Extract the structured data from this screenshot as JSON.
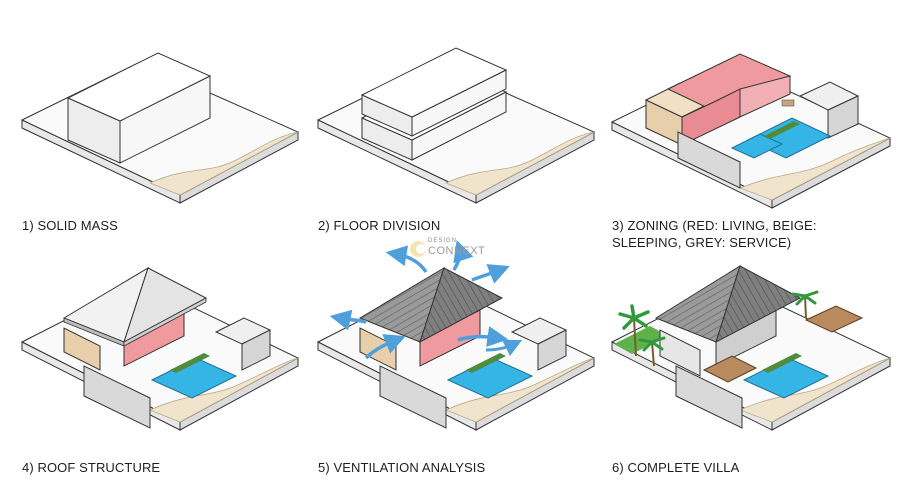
{
  "captions": {
    "solid_mass": "1) SOLID MASS",
    "floor_division": "2) FLOOR DIVISION",
    "zoning": "3) ZONING (RED: LIVING, BEIGE: SLEEPING, GREY: SERVICE)",
    "roof_structure": "4) ROOF STRUCTURE",
    "ventilation": "5) VENTILATION ANALYSIS",
    "complete_villa": "6) COMPLETE VILLA"
  },
  "watermark": {
    "small": "DESIGN",
    "big": "CONNEXT"
  },
  "colors": {
    "living": "#ee9a9f",
    "sleeping": "#ecd6b4",
    "service": "#d9d9d9",
    "pool": "#35b4e6",
    "sand": "#f1e4cc",
    "roof": "#8f8f8f",
    "airflow": "#4f9fdc",
    "palm": "#2f9a3a"
  }
}
